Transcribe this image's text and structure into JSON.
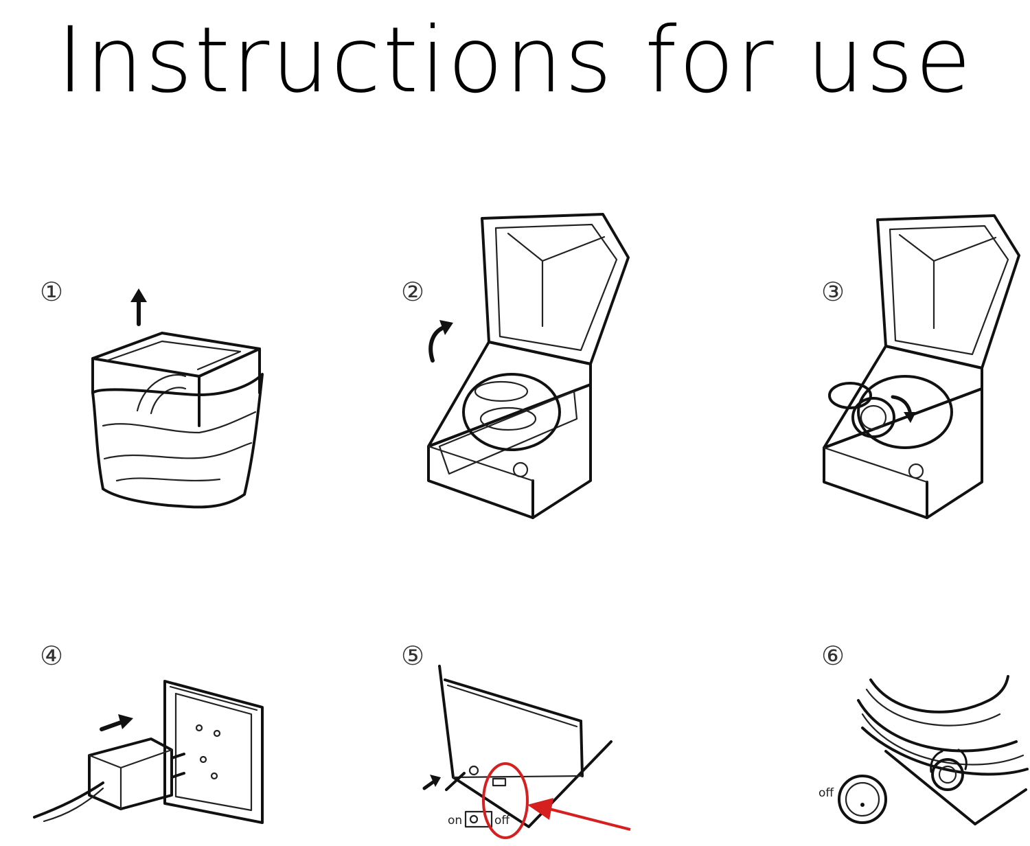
{
  "title": "Instructions for use",
  "steps": [
    {
      "number": "①"
    },
    {
      "number": "②"
    },
    {
      "number": "③"
    },
    {
      "number": "④"
    },
    {
      "number": "⑤",
      "switch_on_label": "on",
      "switch_off_label": "off"
    },
    {
      "number": "⑥",
      "dial_off_label": "off"
    }
  ],
  "colors": {
    "highlight": "#d62020",
    "line": "#111111"
  }
}
